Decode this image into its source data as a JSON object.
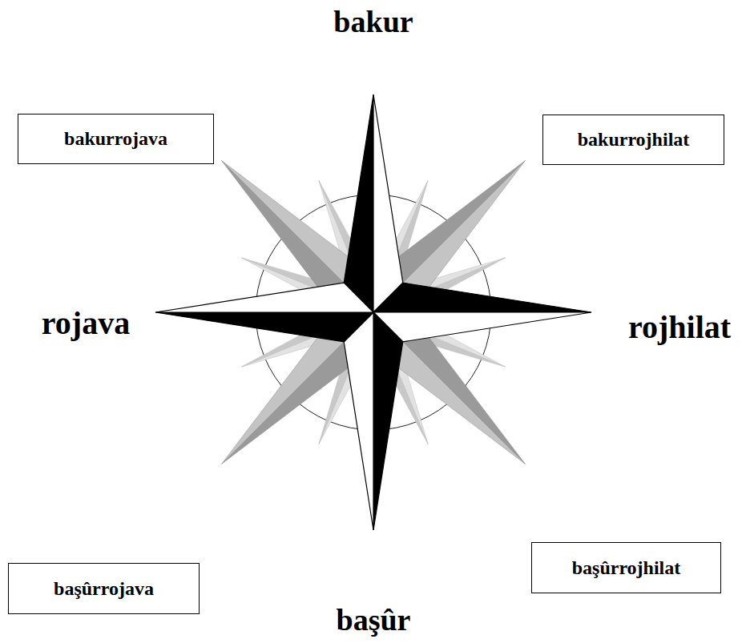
{
  "diagram": {
    "nodes": [
      {
        "text": [
          "bakurrojava"
        ]
      },
      {
        "text": [
          "bakurrojhilat"
        ]
      },
      {
        "text": [
          "başûrrojhilat"
        ]
      },
      {
        "text": [
          "başûrrojava"
        ]
      }
    ],
    "labels": [
      "bakur",
      "rojava",
      "rojhilat",
      "başûr"
    ]
  }
}
